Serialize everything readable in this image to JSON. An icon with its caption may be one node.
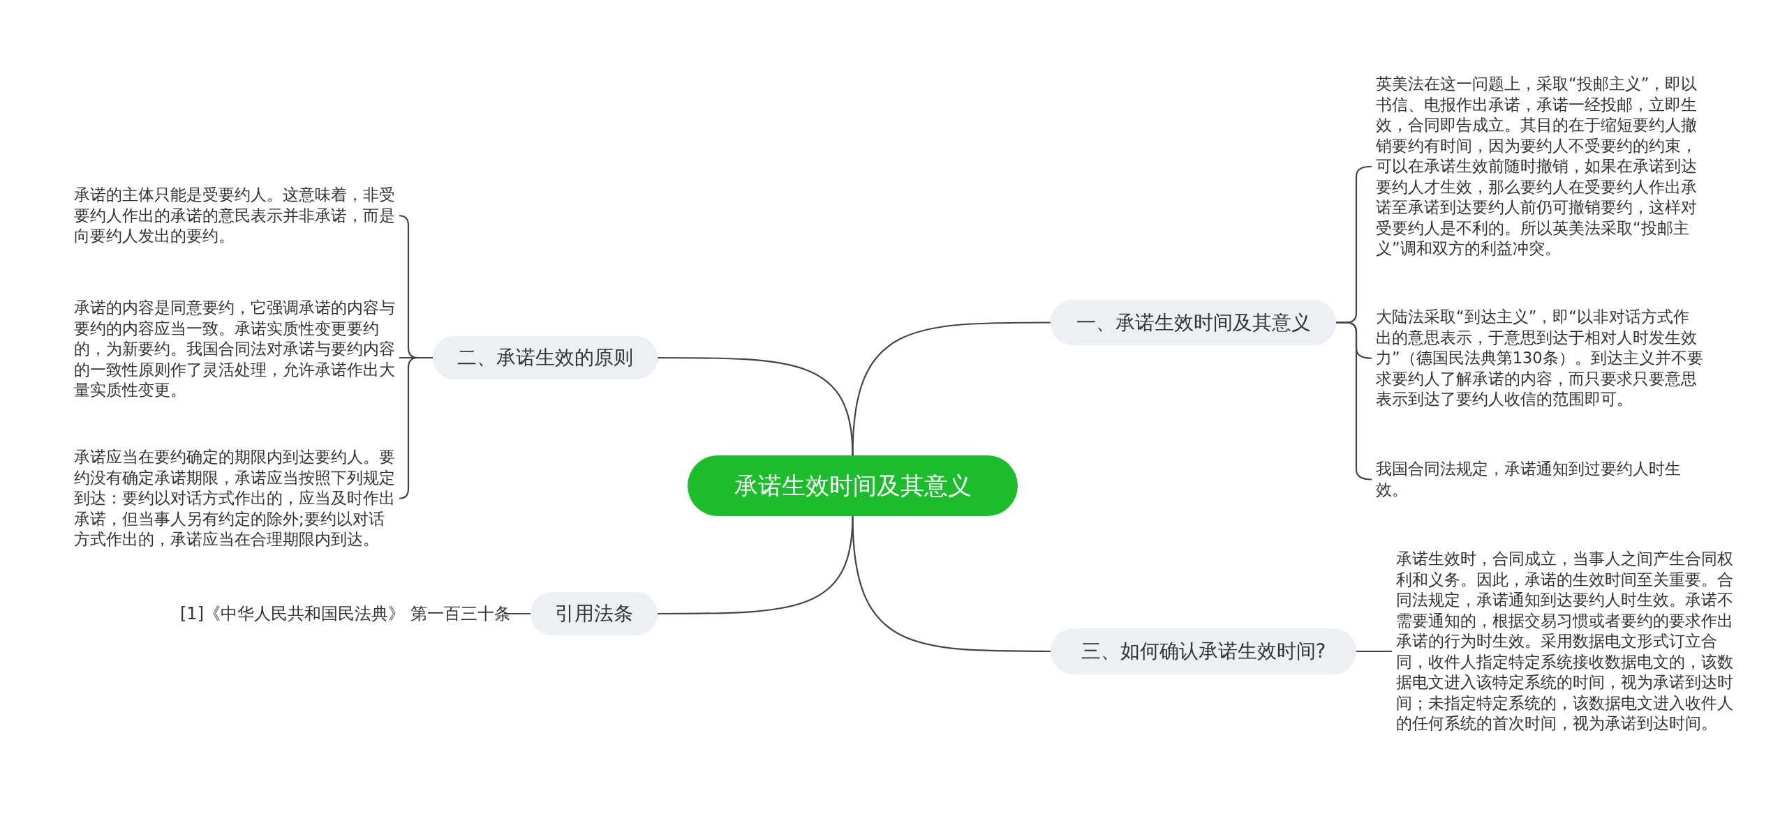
{
  "diagram": {
    "nodes": [
      {
        "text": [
          "承诺生效时间及其意义"
        ]
      },
      {
        "text": [
          "一、承诺生效时间及其意义"
        ]
      },
      {
        "text": [
          "英美法在这一问题上，采取“投邮主义”，即以书信、电报作出承诺，承诺一经投邮，立即生效，合同即告成立。其目的在于缩短要约人撤销要约有时间，因为要约人不受要约的约束，可以在承诺生效前随时撤销，如果在承诺到达要约人才生效，那么要约人在受要约人作出承诺至承诺到达要约人前仍可撤销要约，这样对受要约人是不利的。所以英美法采取“投邮主义”调和双方的利益冲突。"
        ]
      },
      {
        "text": [
          "大陆法采取“到达主义”，即“以非对话方式作出的意思表示，于意思到达于相对人时发生效力”（德国民法典第130条）。到达主义并不要求要约人了解承诺的内容，而只要求只要意思表示到达了要约人收信的范围即可。"
        ]
      },
      {
        "text": [
          "我国合同法规定，承诺通知到过要约人时生效。"
        ]
      },
      {
        "text": [
          "三、如何确认承诺生效时间?"
        ]
      },
      {
        "text": [
          "承诺生效时，合同成立，当事人之间产生合同权利和义务。因此，承诺的生效时间至关重要。合同法规定，承诺通知到达要约人时生效。承诺不需要通知的，根据交易习惯或者要约的要求作出承诺的行为时生效。采用数据电文形式订立合同，收件人指定特定系统接收数据电文的，该数据电文进入该特定系统的时间，视为承诺到达时间；未指定特定系统的，该数据电文进入收件人的任何系统的首次时间，视为承诺到达时间。"
        ]
      },
      {
        "text": [
          "二、承诺生效的原则"
        ]
      },
      {
        "text": [
          "承诺的主体只能是受要约人。这意味着，非受要约人作出的承诺的意民表示并非承诺，而是向要约人发出的要约。"
        ]
      },
      {
        "text": [
          "承诺的内容是同意要约，它强调承诺的内容与要约的内容应当一致。承诺实质性变更要约的，为新要约。我国合同法对承诺与要约内容的一致性原则作了灵活处理，允许承诺作出大量实质性变更。"
        ]
      },
      {
        "text": [
          "承诺应当在要约确定的期限内到达要约人。要约没有确定承诺期限，承诺应当按照下列规定到达：要约以对话方式作出的，应当及时作出承诺，但当事人另有约定的除外;要约以对话方式作出的，承诺应当在合理期限内到达。"
        ]
      },
      {
        "text": [
          "引用法条"
        ]
      },
      {
        "text": [
          "[1]《中华人民共和国民法典》 第一百三十条"
        ]
      }
    ],
    "edges": [
      {
        "from": 0,
        "to": 1,
        "arrow": "none"
      },
      {
        "from": 1,
        "to": 2,
        "arrow": "none"
      },
      {
        "from": 1,
        "to": 3,
        "arrow": "none"
      },
      {
        "from": 1,
        "to": 4,
        "arrow": "none"
      },
      {
        "from": 0,
        "to": 5,
        "arrow": "none"
      },
      {
        "from": 5,
        "to": 6,
        "arrow": "none"
      },
      {
        "from": 0,
        "to": 7,
        "arrow": "none"
      },
      {
        "from": 7,
        "to": 8,
        "arrow": "none"
      },
      {
        "from": 7,
        "to": 9,
        "arrow": "none"
      },
      {
        "from": 7,
        "to": 10,
        "arrow": "none"
      },
      {
        "from": 0,
        "to": 11,
        "arrow": "none"
      },
      {
        "from": 11,
        "to": 12,
        "arrow": "none"
      }
    ]
  }
}
